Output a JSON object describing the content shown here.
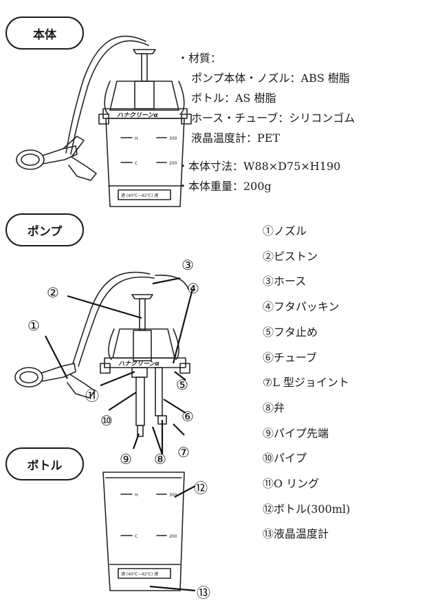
{
  "sections": {
    "main_unit": "本体",
    "pump": "ポンプ",
    "bottle": "ボトル"
  },
  "specs": {
    "material_heading": "・材質：",
    "pump_nozzle": "ポンプ本体・ノズル：ABS 樹脂",
    "bottle": "ボトル：AS 樹脂",
    "hose_tube": "ホース・チューブ：シリコンゴム",
    "thermometer": "液晶温度計：PET",
    "dimensions": "・本体寸法：W88×D75×H190",
    "weight": "・本体重量：200g"
  },
  "product": {
    "brand_label": "ハナクリーンα",
    "scale_h": "H",
    "scale_c": "C",
    "scale_300": "300",
    "scale_200": "200",
    "thermo_label": "適 (40℃~42℃) 適"
  },
  "callouts": {
    "c1": "①",
    "c2": "②",
    "c3": "③",
    "c4": "④",
    "c5": "⑤",
    "c6": "⑥",
    "c7": "⑦",
    "c8": "⑧",
    "c9": "⑨",
    "c10": "⑩",
    "c11": "⑪",
    "c12": "⑫",
    "c13": "⑬"
  },
  "parts": [
    "①ノズル",
    "②ピストン",
    "③ホース",
    "④フタパッキン",
    "⑤フタ止め",
    "⑥チューブ",
    "⑦L 型ジョイント",
    "⑧弁",
    "⑨パイプ先端",
    "⑩パイプ",
    "⑪O リング",
    "⑫ボトル(300ml)",
    "⑬液晶温度計"
  ]
}
